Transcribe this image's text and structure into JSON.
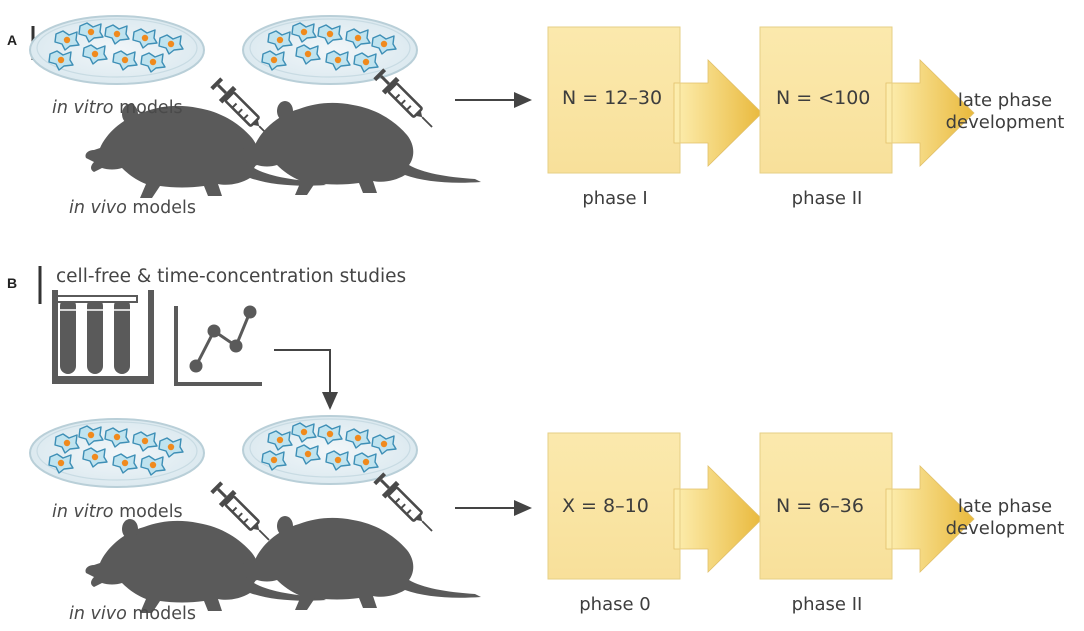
{
  "panels": [
    {
      "letter": "A",
      "in_vitro_label": {
        "italic": "in vitro",
        "rest": " models"
      },
      "in_vivo_label": {
        "italic": "in vivo",
        "rest": " models"
      },
      "boxes": [
        {
          "value": "N = 12–30",
          "phase": "phase I"
        },
        {
          "value": "N = <100",
          "phase": "phase II"
        }
      ],
      "late_phase": "late phase development"
    },
    {
      "letter": "B",
      "header": "cell-free & time-concentration studies",
      "in_vitro_label": {
        "italic": "in vitro",
        "rest": " models"
      },
      "in_vivo_label": {
        "italic": "in vivo",
        "rest": " models"
      },
      "boxes": [
        {
          "value": "X = 8–10",
          "phase": "phase 0"
        },
        {
          "value": "N = 6–36",
          "phase": "phase II"
        }
      ],
      "late_phase": "late phase development"
    }
  ],
  "colors": {
    "box_fill": "#fbe8a6",
    "arrow_light": "#fdeeb0",
    "arrow_dark": "#e9b93c",
    "silhouette": "#5a5a5a",
    "dish_edge": "#b9cfd8",
    "dish_fill": "#e7f0f4",
    "cell_fill": "#bfe3ef",
    "cell_edge": "#3e8fb6",
    "nucleus": "#f08a1d"
  },
  "icons": [
    "petri-dish-icon",
    "mouse-silhouette-icon",
    "syringe-icon",
    "test-tubes-icon",
    "line-graph-icon",
    "flow-arrow-icon"
  ]
}
